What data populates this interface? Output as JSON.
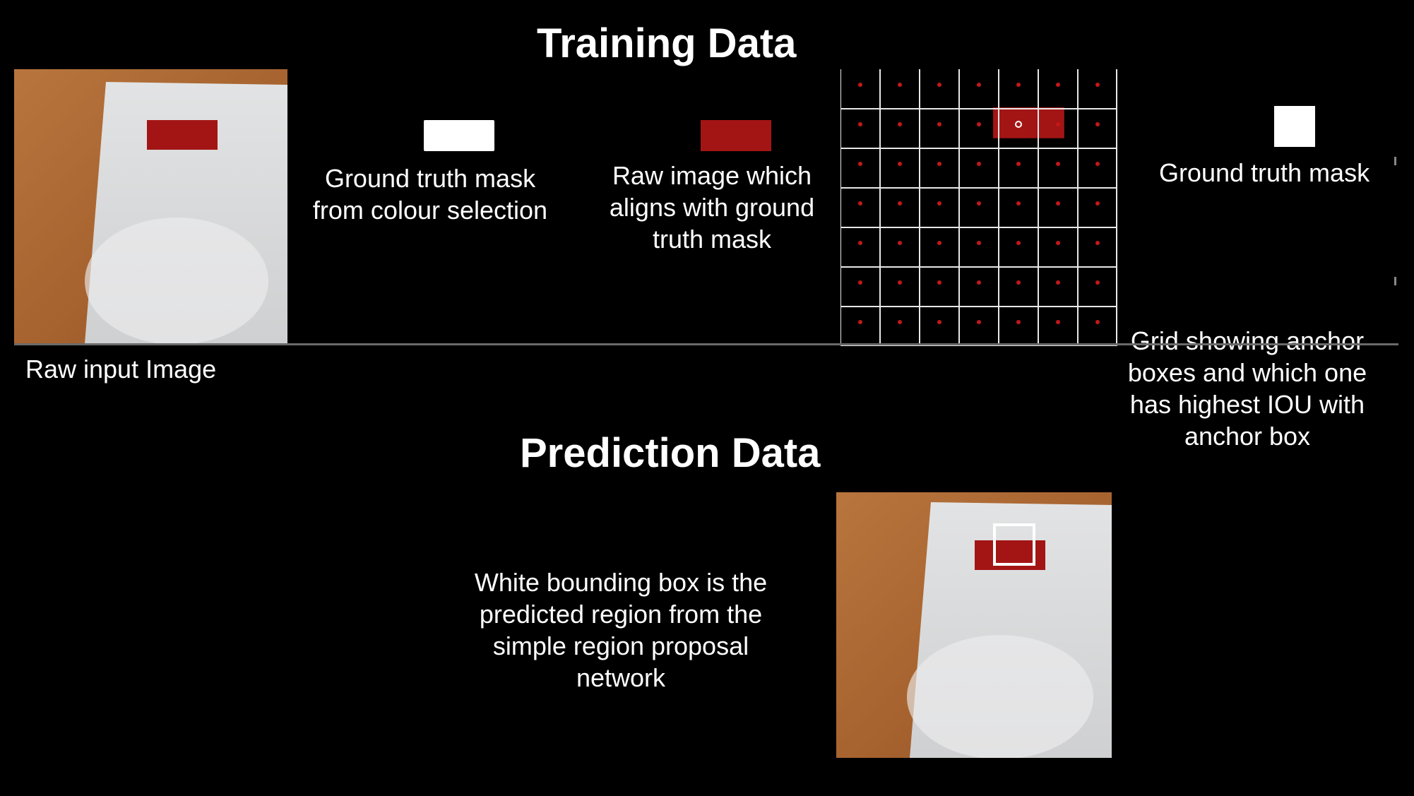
{
  "training": {
    "title": "Training Data",
    "raw_input_caption": "Raw input Image",
    "gt_mask_color_caption": [
      "Ground truth mask",
      "from colour selection"
    ],
    "aligned_raw_caption": [
      "Raw image which",
      "aligns with ground",
      "truth mask"
    ],
    "gt_mask_caption": "Ground truth mask",
    "grid_caption": [
      "Grid showing anchor",
      "boxes and which one",
      "has highest IOU with",
      "anchor box"
    ]
  },
  "prediction": {
    "title": "Prediction Data",
    "caption": [
      "White bounding box is the",
      "predicted region from the",
      "simple region proposal",
      "network"
    ]
  },
  "colors": {
    "background": "#000000",
    "wood": "#b06a35",
    "paper": "#dadbdc",
    "tape_red": "#a31515",
    "anchor_red": "#c41818",
    "text": "#ffffff"
  },
  "anchor_grid": {
    "rows": 7,
    "cols": 7,
    "highlight_row": 1,
    "highlight_col": 4
  }
}
